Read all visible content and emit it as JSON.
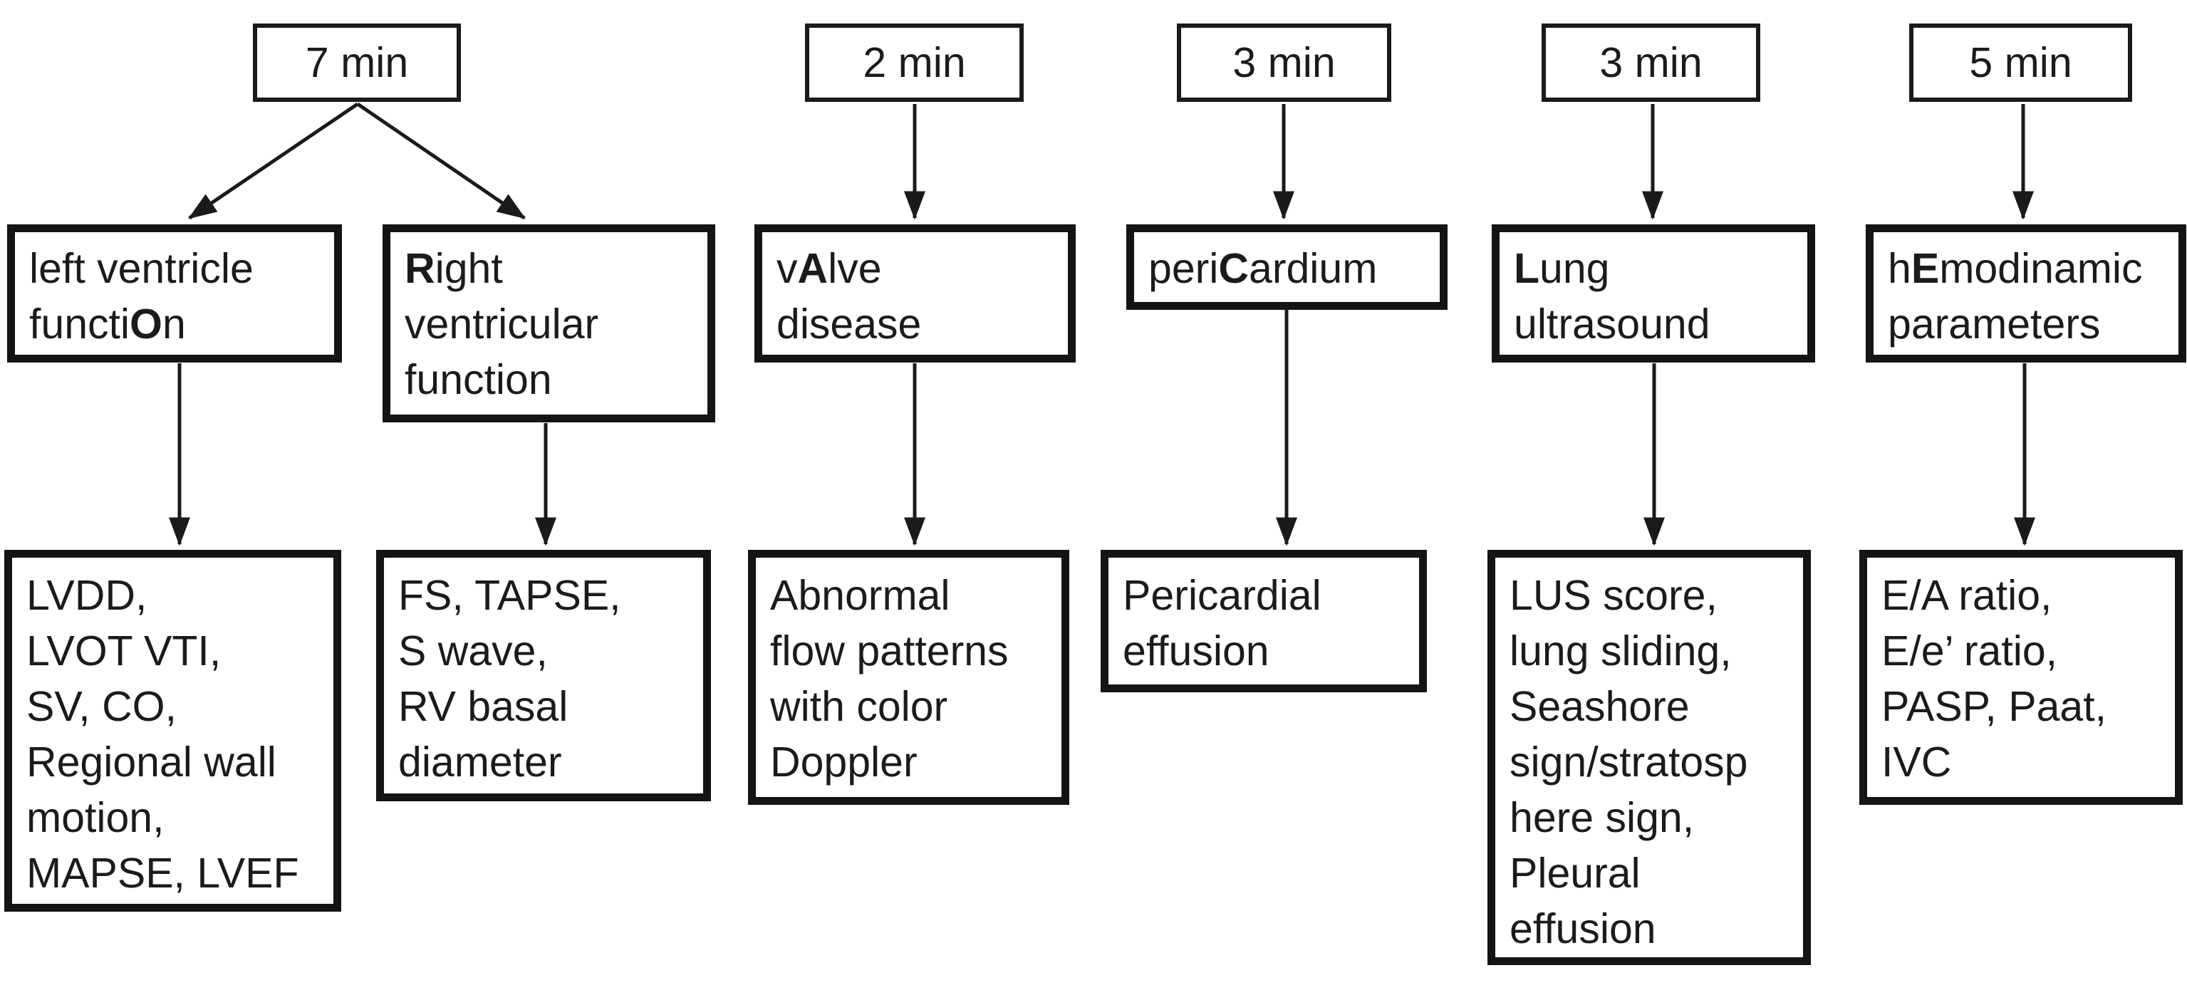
{
  "figure": {
    "background": "#ffffff",
    "line_color": "#1a1a1a",
    "text_color": "#1b1b1b"
  },
  "time_boxes": [
    {
      "label": "7 min"
    },
    {
      "label": "2 min"
    },
    {
      "label": "3 min"
    },
    {
      "label": "3 min"
    },
    {
      "label": "5 min"
    }
  ],
  "categories": [
    {
      "pre": "left ventricle\nfuncti",
      "bold": "O",
      "post": "n"
    },
    {
      "pre": "",
      "bold": "R",
      "post": "ight\nventricular\nfunction"
    },
    {
      "pre": "v",
      "bold": "A",
      "post": "lve\ndisease"
    },
    {
      "pre": "peri",
      "bold": "C",
      "post": "ardium"
    },
    {
      "pre": "",
      "bold": "L",
      "post": "ung\nultrasound"
    },
    {
      "pre": "h",
      "bold": "E",
      "post": "modinamic\nparameters"
    }
  ],
  "details": [
    {
      "text": "LVDD,\nLVOT VTI,\nSV, CO,\nRegional wall\nmotion,\nMAPSE, LVEF"
    },
    {
      "text": "FS, TAPSE,\nS wave,\nRV basal\ndiameter"
    },
    {
      "text": "Abnormal\nflow patterns\nwith color\nDoppler"
    },
    {
      "text": "Pericardial\neffusion"
    },
    {
      "text": "LUS score,\nlung sliding,\nSeashore\nsign/stratosp\nhere sign,\nPleural\neffusion"
    },
    {
      "text": "E/A ratio,\nE/e’ ratio,\nPASP, Paat,\nIVC"
    }
  ]
}
